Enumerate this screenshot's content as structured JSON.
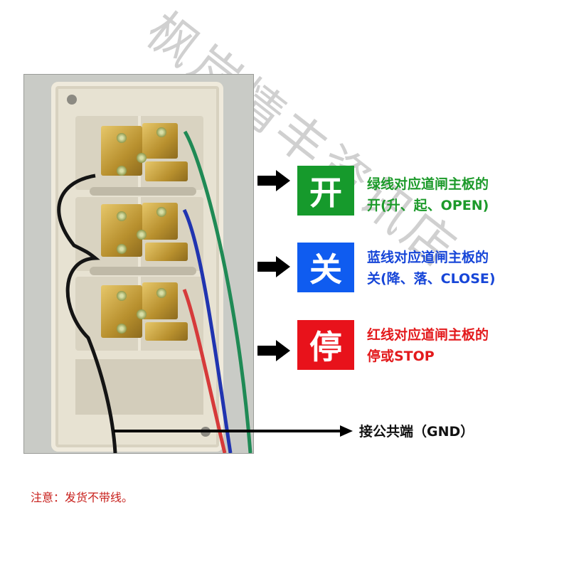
{
  "watermark": "枫岚情丰资讯店",
  "colors": {
    "open": "#169a2c",
    "close": "#0f5cf0",
    "stop": "#e8121b",
    "open_text": "#1c9a2a",
    "close_text": "#1746d8",
    "stop_text": "#e31a1c",
    "note_text": "#c8201c"
  },
  "labels": [
    {
      "key": "open",
      "badge": "开",
      "line1": "绿线对应道闸主板的",
      "line2": "开(升、起、OPEN)",
      "wire": "green"
    },
    {
      "key": "close",
      "badge": "关",
      "line1": "蓝线对应道闸主板的",
      "line2": "关(降、落、CLOSE)",
      "wire": "blue"
    },
    {
      "key": "stop",
      "badge": "停",
      "line1": "红线对应道闸主板的",
      "line2": "停或STOP",
      "wire": "red"
    }
  ],
  "gnd": {
    "label": "接公共端（GND）",
    "wire": "black"
  },
  "note": "注意：发货不带线。"
}
